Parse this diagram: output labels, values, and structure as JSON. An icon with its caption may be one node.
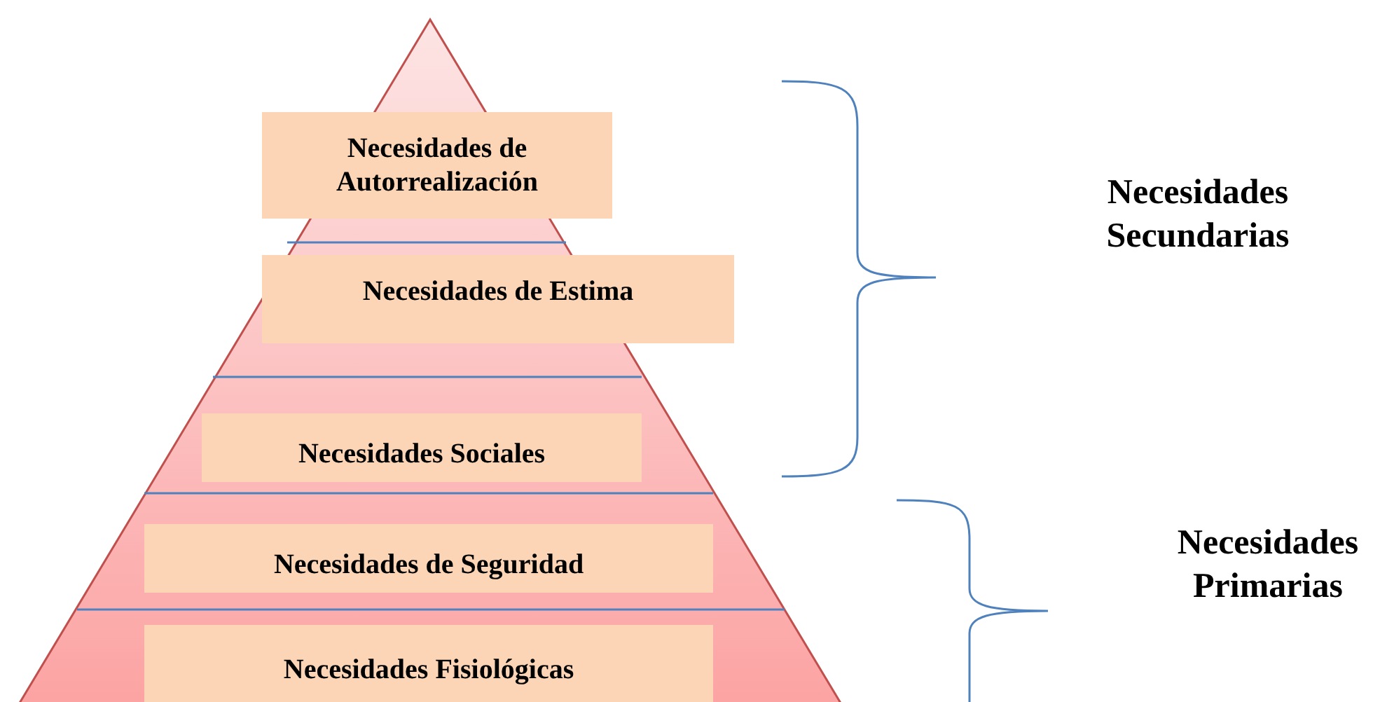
{
  "diagram": {
    "nodes": [
      {
        "text": [
          "Necesidades de Autorrealización"
        ]
      },
      {
        "text": [
          "Necesidades de Estima"
        ]
      },
      {
        "text": [
          "Necesidades Sociales"
        ]
      },
      {
        "text": [
          "Necesidades de Seguridad"
        ]
      },
      {
        "text": [
          "Necesidades Fisiológicas"
        ]
      }
    ],
    "labels": [
      "Necesidades Secundarias",
      "Necesidades Primarias"
    ]
  }
}
